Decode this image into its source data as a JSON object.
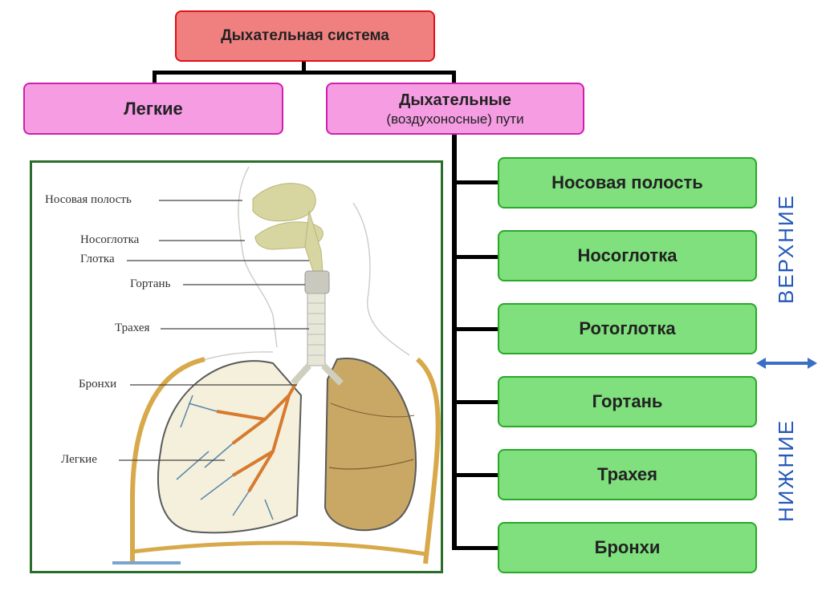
{
  "root": "Дыхательная система",
  "branches": {
    "lungs": "Легкие",
    "airways_line1": "Дыхательные",
    "airways_line2": "(воздухоносные) пути"
  },
  "airway_parts": [
    "Носовая полость",
    "Носоглотка",
    "Ротоглотка",
    "Гортань",
    "Трахея",
    "Бронхи"
  ],
  "side_labels": {
    "upper": "ВЕРХНИЕ",
    "lower": "НИЖНИЕ"
  },
  "illustration_labels": [
    "Носовая полость",
    "Носоглотка",
    "Глотка",
    "Гортань",
    "Трахея",
    "Бронхи",
    "Легкие"
  ],
  "colors": {
    "root_fill": "#f08080",
    "root_border": "#e0101a",
    "branch_fill": "#f59ce3",
    "branch_border": "#cf1fae",
    "part_fill": "#7fe07d",
    "part_border": "#2aa82a",
    "side_label": "#2558b8",
    "frame": "#2b6e2b"
  }
}
